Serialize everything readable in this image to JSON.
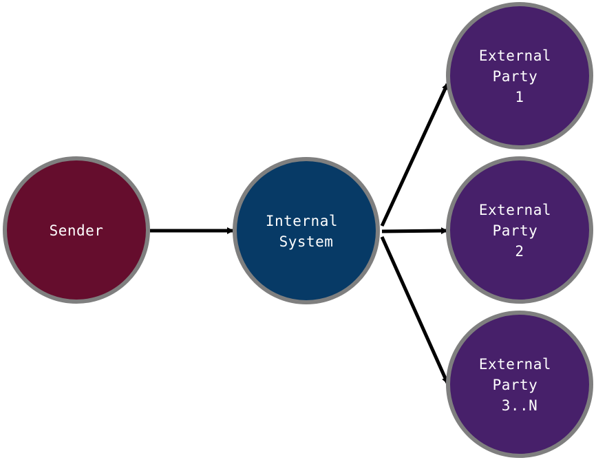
{
  "colors": {
    "sender": "#650d2d",
    "internal": "#073a66",
    "external": "#47206a",
    "border": "#7f7f7f",
    "arrow": "#000000",
    "text": "#ffffff"
  },
  "nodes": {
    "sender": {
      "lines": [
        "Sender"
      ]
    },
    "internal": {
      "lines": [
        "Internal",
        "System"
      ]
    },
    "external1": {
      "lines": [
        "External",
        "Party",
        "1"
      ]
    },
    "external2": {
      "lines": [
        "External",
        "Party",
        "2"
      ]
    },
    "external3": {
      "lines": [
        "External",
        "Party",
        "3..N"
      ]
    }
  }
}
